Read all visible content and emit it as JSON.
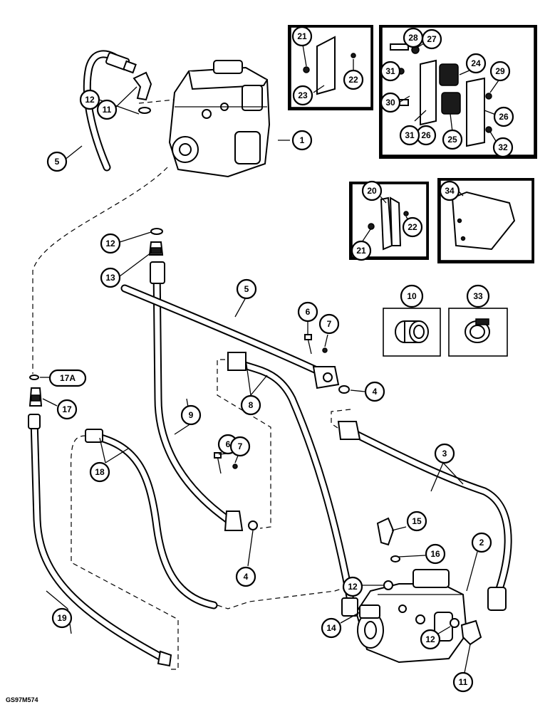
{
  "figure_code": "GS97M574",
  "callouts": [
    {
      "id": "c1",
      "label": "1"
    },
    {
      "id": "c2",
      "label": "2"
    },
    {
      "id": "c3",
      "label": "3"
    },
    {
      "id": "c4a",
      "label": "4"
    },
    {
      "id": "c4b",
      "label": "4"
    },
    {
      "id": "c5a",
      "label": "5"
    },
    {
      "id": "c5b",
      "label": "5"
    },
    {
      "id": "c6a",
      "label": "6"
    },
    {
      "id": "c6b",
      "label": "6"
    },
    {
      "id": "c7a",
      "label": "7"
    },
    {
      "id": "c7b",
      "label": "7"
    },
    {
      "id": "c8",
      "label": "8"
    },
    {
      "id": "c9",
      "label": "9"
    },
    {
      "id": "c10",
      "label": "10"
    },
    {
      "id": "c11a",
      "label": "11"
    },
    {
      "id": "c11b",
      "label": "11"
    },
    {
      "id": "c12a",
      "label": "12"
    },
    {
      "id": "c12b",
      "label": "12"
    },
    {
      "id": "c12c",
      "label": "12"
    },
    {
      "id": "c12d",
      "label": "12"
    },
    {
      "id": "c13",
      "label": "13"
    },
    {
      "id": "c14",
      "label": "14"
    },
    {
      "id": "c15",
      "label": "15"
    },
    {
      "id": "c16",
      "label": "16"
    },
    {
      "id": "c17",
      "label": "17"
    },
    {
      "id": "c17a",
      "label": "17A"
    },
    {
      "id": "c18",
      "label": "18"
    },
    {
      "id": "c19",
      "label": "19"
    },
    {
      "id": "c20",
      "label": "20"
    },
    {
      "id": "c21a",
      "label": "21"
    },
    {
      "id": "c21b",
      "label": "21"
    },
    {
      "id": "c22a",
      "label": "22"
    },
    {
      "id": "c22b",
      "label": "22"
    },
    {
      "id": "c23",
      "label": "23"
    },
    {
      "id": "c24",
      "label": "24"
    },
    {
      "id": "c25",
      "label": "25"
    },
    {
      "id": "c26a",
      "label": "26"
    },
    {
      "id": "c26b",
      "label": "26"
    },
    {
      "id": "c27",
      "label": "27"
    },
    {
      "id": "c28",
      "label": "28"
    },
    {
      "id": "c29",
      "label": "29"
    },
    {
      "id": "c30",
      "label": "30"
    },
    {
      "id": "c31a",
      "label": "31"
    },
    {
      "id": "c31b",
      "label": "31"
    },
    {
      "id": "c32",
      "label": "32"
    },
    {
      "id": "c33",
      "label": "33"
    },
    {
      "id": "c34",
      "label": "34"
    }
  ]
}
